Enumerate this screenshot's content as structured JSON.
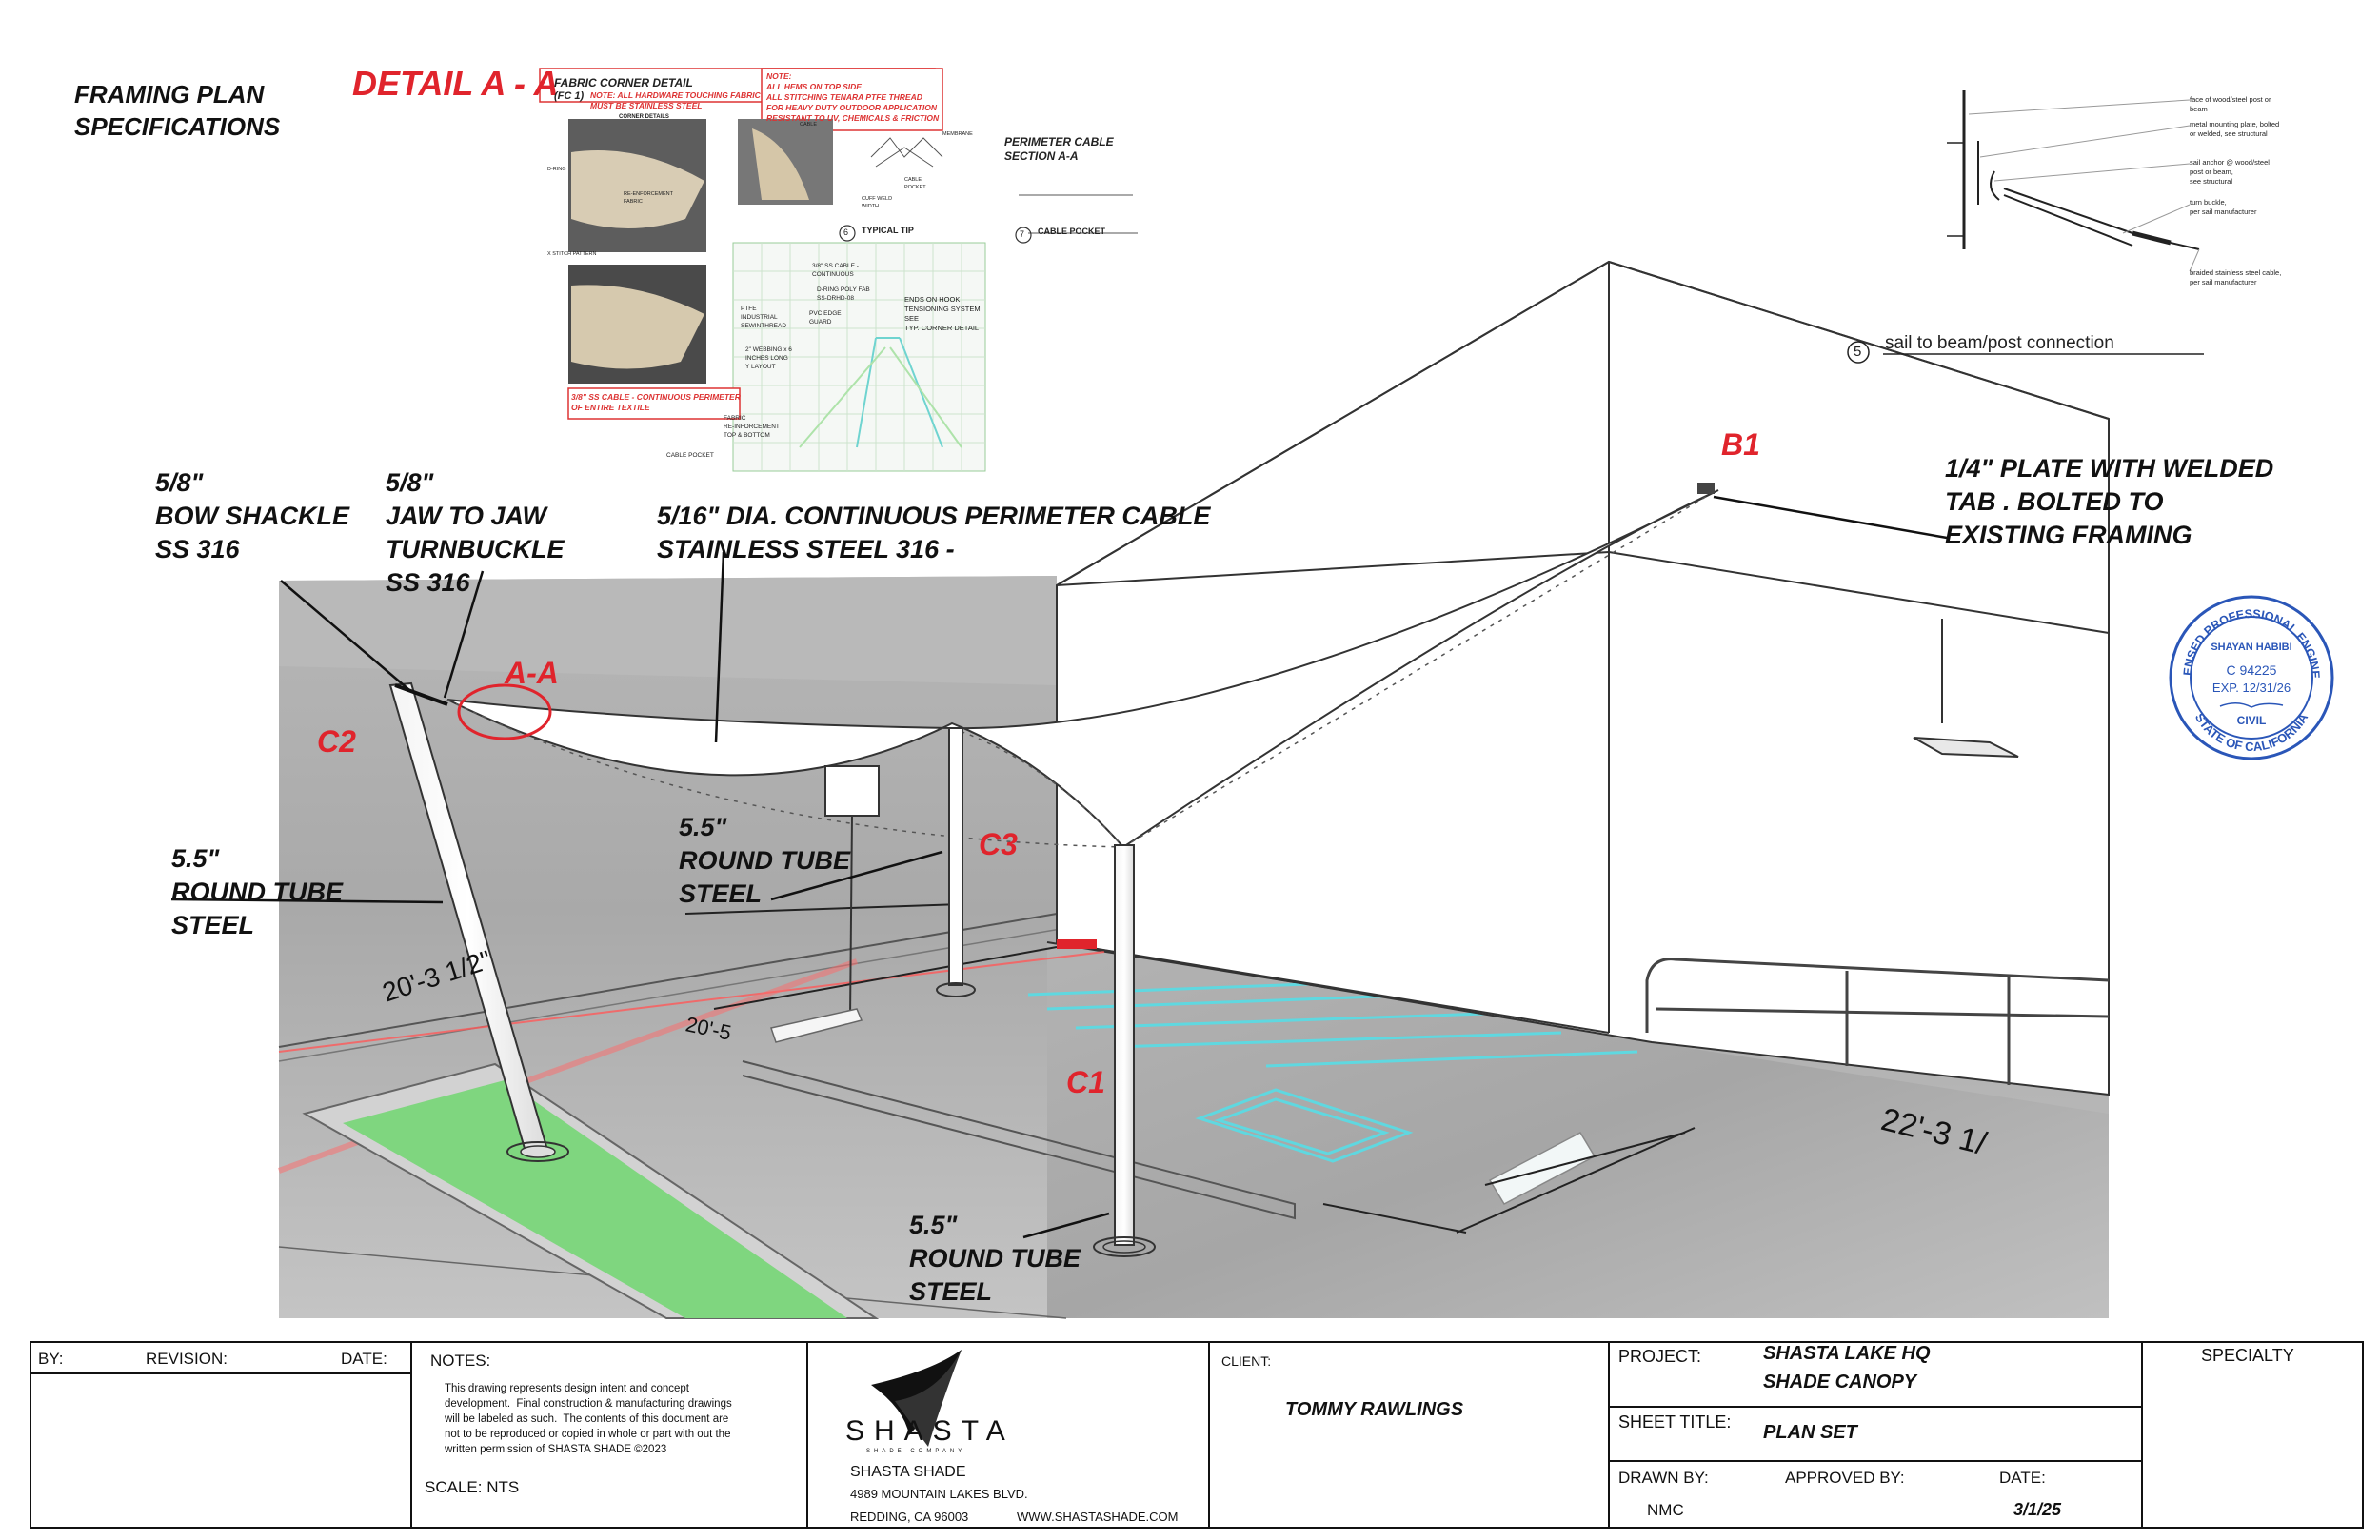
{
  "header": {
    "title_line1": "FRAMING PLAN",
    "title_line2": "SPECIFICATIONS",
    "detail_title": "DETAIL A - A"
  },
  "detail_inset": {
    "fabric_corner_title": "FABRIC CORNER DETAIL",
    "fabric_corner_sub": "(FC 1)",
    "note_hardware": "NOTE: ALL HARDWARE TOUCHING FABRIC\nMUST BE STAINLESS STEEL",
    "corner_details": "CORNER DETAILS",
    "note_hems": "NOTE:\nALL HEMS ON TOP SIDE\nALL STITCHING TENARA PTFE THREAD\nFOR HEAVY DUTY OUTDOOR APPLICATION\nRESISTANT TO UV, CHEMICALS & FRICTION",
    "cable_note": "3/8\" SS CABLE - CONTINUOUS PERIMETER\nOF ENTIRE TEXTILE",
    "typical_tip": "TYPICAL TIP",
    "typical_tip_num": "6",
    "perimeter_cable_title": "PERIMETER CABLE\nSECTION A-A",
    "cable_pocket": "CABLE POCKET",
    "cable_pocket_num": "7",
    "ss_cable": "3/8\" SS CABLE -\nCONTINUOUS",
    "d_ring": "D-RING POLY FAB\nSS-DRHD-08",
    "ptfe": "PTFE\nINDUSTRIAL\nSEWINTHREAD",
    "pvc_edge": "PVC EDGE\nGUARD",
    "ends_on_hook": "ENDS ON HOOK\nTENSIONING SYSTEM\nSEE\nTYP. CORNER DETAIL",
    "webbing": "2\" WEBBING x 6\nINCHES LONG\nY LAYOUT",
    "fabric_reinforcement": "FABRIC\nRE-INFORCEMENT\nTOP & BOTTOM",
    "cable_pocket_small": "CABLE POCKET",
    "d_ring_label": "D-RING",
    "reinforcement": "RE-ENFORCEMENT\nFABRIC",
    "stitch_pattern": "X STITCH PATTERN",
    "cable_label": "CABLE",
    "membrane": "MEMBRANE",
    "cable_pocket2": "CABLE\nPOCKET",
    "cuff_weld": "CUFF WELD\nWIDTH"
  },
  "connection_detail": {
    "title": "sail to beam/post connection",
    "number": "5",
    "note1": "face of wood/steel post or\nbeam",
    "note2": "metal mounting plate, bolted\nor welded, see structural",
    "note3": "sail anchor @ wood/steel\npost or beam,\nsee structural",
    "note4": "turn buckle,\nper sail manufacturer",
    "note5": "braided stainless steel cable,\nper sail manufacturer"
  },
  "callouts": {
    "bow_shackle": "5/8\"\nBOW SHACKLE\nSS 316",
    "turnbuckle": "5/8\"\nJAW TO JAW\nTURNBUCKLE\nSS 316",
    "perimeter_cable": "5/16\" DIA. CONTINUOUS PERIMETER CABLE\nSTAINLESS STEEL 316 -",
    "plate": "1/4\" PLATE WITH WELDED\nTAB . BOLTED TO\nEXISTING FRAMING",
    "tube_left": "5.5\"\nROUND TUBE\nSTEEL",
    "tube_mid": "5.5\"\nROUND TUBE\nSTEEL",
    "tube_bottom": "5.5\"\nROUND TUBE\nSTEEL",
    "marker_aa": "A-A",
    "marker_b1": "B1",
    "marker_c1": "C1",
    "marker_c2": "C2",
    "marker_c3": "C3",
    "dim_left": "20'-3 1/2\"",
    "dim_mid": "20'-5",
    "dim_right": "22'-3 1/"
  },
  "stamp": {
    "top_arc": "LICENSED PROFESSIONAL ENGINEER",
    "name": "SHAYAN HABIBI",
    "license": "C 94225",
    "expiry": "EXP. 12/31/26",
    "discipline": "CIVIL",
    "bottom_arc": "STATE OF CALIFORNIA"
  },
  "title_block": {
    "by_label": "BY:",
    "revision_label": "REVISION:",
    "date_label": "DATE:",
    "notes_label": "NOTES:",
    "notes_text": "This drawing represents design intent and concept\ndevelopment.  Final construction & manufacturing drawings\nwill be labeled as such.  The contents of this document are\nnot to be reproduced or copied in whole or part with out the\nwritten permission of SHASTA SHADE ©2023",
    "scale": "SCALE: NTS",
    "logo_word": "SHASTA",
    "logo_sub": "SHADE COMPANY",
    "company_name": "SHASTA SHADE",
    "address": "4989 MOUNTAIN LAKES BLVD.",
    "city": "REDDING, CA 96003",
    "website": "WWW.SHASTASHADE.COM",
    "client_label": "CLIENT:",
    "client_name": "TOMMY RAWLINGS",
    "project_label": "PROJECT:",
    "project_line1": "SHASTA LAKE HQ",
    "project_line2": "SHADE CANOPY",
    "sheet_title_label": "SHEET TITLE:",
    "sheet_title": "PLAN SET",
    "drawn_by_label": "DRAWN BY:",
    "drawn_by": "NMC",
    "approved_by_label": "APPROVED BY:",
    "date2_label": "DATE:",
    "date_value": "3/1/25",
    "specialty_label": "SPECIALTY"
  },
  "colors": {
    "accent_red": "#e0242c",
    "stamp_blue": "#2a56b8",
    "grass_green": "#7fd67f",
    "cyan_markings": "#5fd8e0"
  }
}
